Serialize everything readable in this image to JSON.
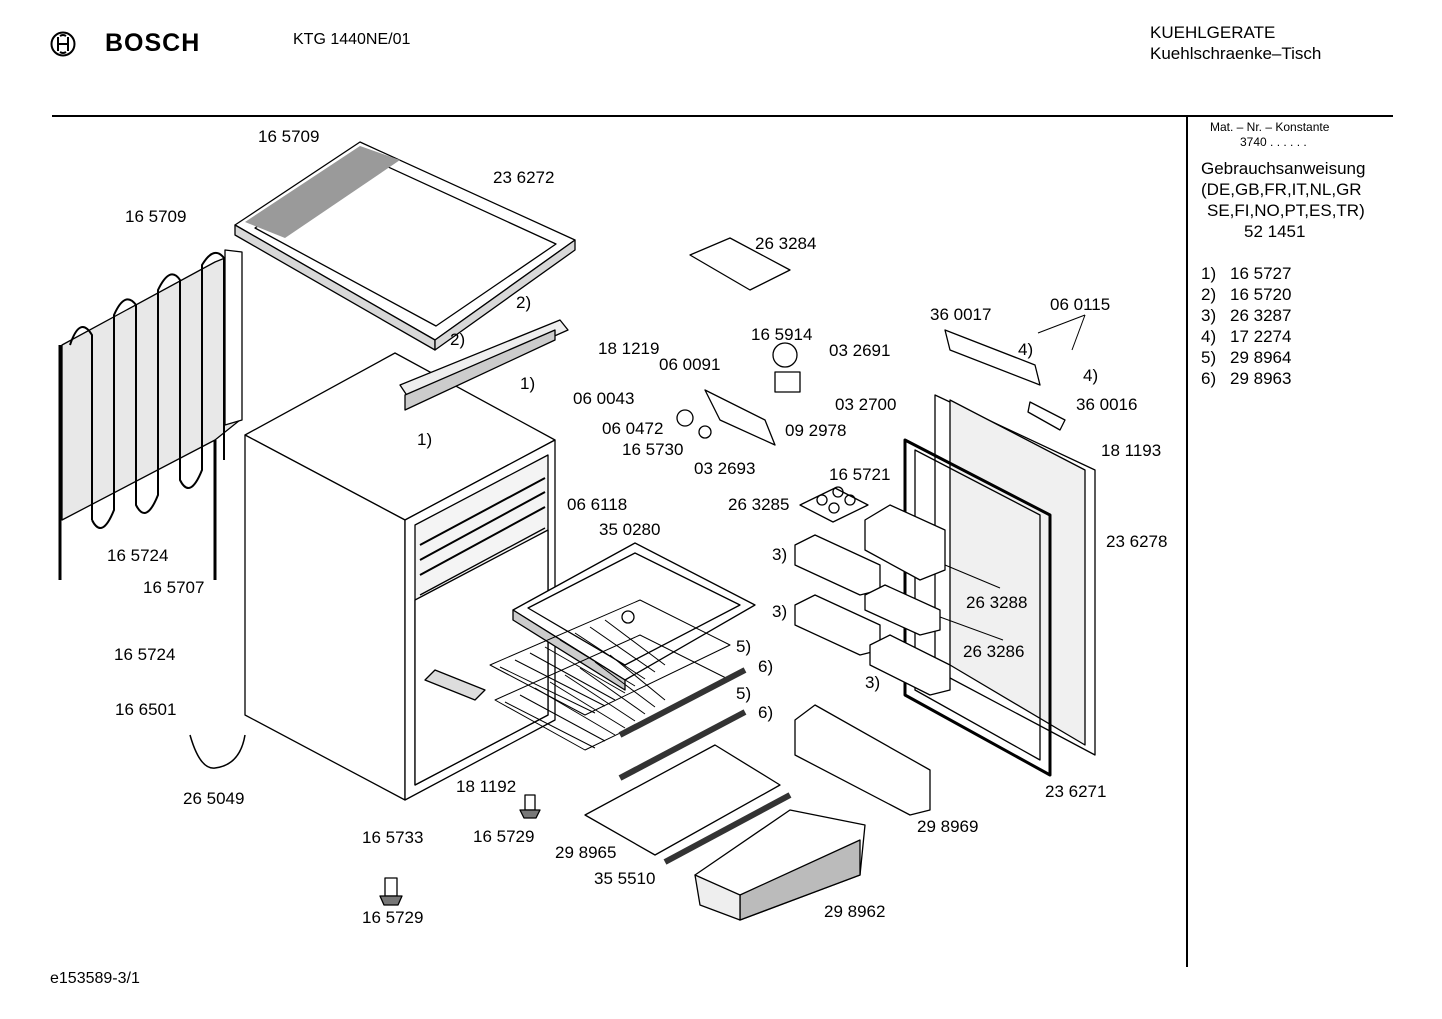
{
  "header": {
    "brand": "BOSCH",
    "model": "KTG 1440NE/01",
    "category_line1": "KUEHLGERATE",
    "category_line2": "Kuehlschraenke–Tisch"
  },
  "sidebar": {
    "mat_label": "Mat. – Nr. – Konstante",
    "mat_value": "3740  .  .   .  .  .  .",
    "manual_title": "Gebrauchsanweisung",
    "manual_lang1": "(DE,GB,FR,IT,NL,GR",
    "manual_lang2": "SE,FI,NO,PT,ES,TR)",
    "manual_number": "52 1451",
    "notes": [
      {
        "key": "1)",
        "value": "16 5727"
      },
      {
        "key": "2)",
        "value": "16 5720"
      },
      {
        "key": "3)",
        "value": "26 3287"
      },
      {
        "key": "4)",
        "value": "17 2274"
      },
      {
        "key": "5)",
        "value": "29 8964"
      },
      {
        "key": "6)",
        "value": "29 8963"
      }
    ]
  },
  "labels": [
    "16 5709",
    "23 6272",
    "16 5709",
    "26 3284",
    "2)",
    "2)",
    "18 1219",
    "1)",
    "16 5914",
    "06 0091",
    "03 2691",
    "36 0017",
    "06 0115",
    "4)",
    "4)",
    "06 0043",
    "06 0472",
    "03 2700",
    "36 0016",
    "09 2978",
    "1)",
    "16 5730",
    "03 2693",
    "18 1193",
    "16 5721",
    "06 6118",
    "26 3285",
    "16 5724",
    "35 0280",
    "23 6278",
    "16 5707",
    "3)",
    "3)",
    "26 3288",
    "16 5724",
    "5)",
    "26 3286",
    "6)",
    "3)",
    "16 6501",
    "5)",
    "6)",
    "26 5049",
    "18 1192",
    "23 6271",
    "16 5733",
    "16 5729",
    "29 8969",
    "29 8965",
    "35 5510",
    "29 8962",
    "16 5729"
  ],
  "footer": {
    "doc_id": "e153589-3/1"
  }
}
